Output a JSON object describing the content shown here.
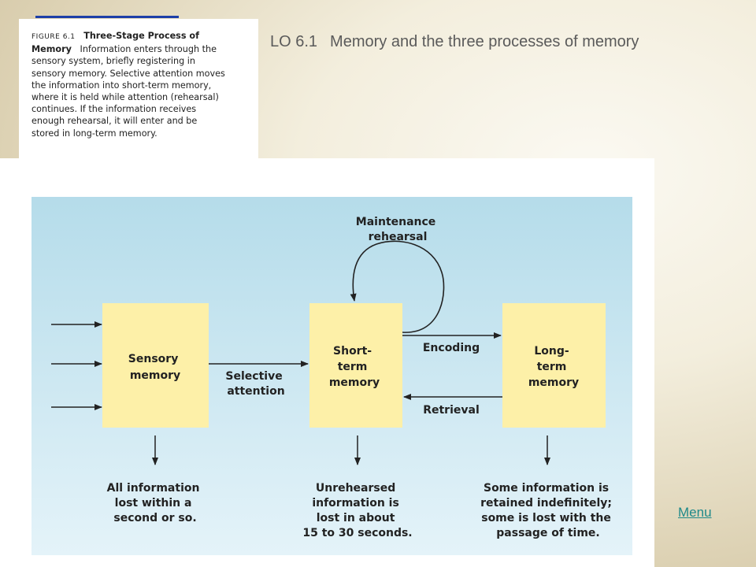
{
  "slide": {
    "title_lo": "LO 6.1",
    "title_text": "Memory and the three processes of memory",
    "menu_label": "Menu"
  },
  "caption": {
    "figure_label": "FIGURE 6.1",
    "title_part1": "Three-Stage Process of",
    "title_part2": "Memory",
    "body": "Information enters through the sensory system, briefly registering in sensory memory. Selective attention moves the information into short-term memory, where it is held while attention (rehearsal) continues. If the information receives enough rehearsal, it will enter and be stored in long-term memory."
  },
  "diagram": {
    "maintenance": [
      "Maintenance",
      "rehearsal"
    ],
    "sensory": [
      "Sensory",
      "memory"
    ],
    "short_term": [
      "Short-",
      "term",
      "memory"
    ],
    "long_term": [
      "Long-",
      "term",
      "memory"
    ],
    "selective": [
      "Selective",
      "attention"
    ],
    "encoding": "Encoding",
    "retrieval": "Retrieval",
    "outcome_sensory": [
      "All information",
      "lost within a",
      "second or so."
    ],
    "outcome_short": [
      "Unrehearsed",
      "information is",
      "lost in about",
      "15 to 30 seconds."
    ],
    "outcome_long": [
      "Some information is",
      "retained indefinitely;",
      "some is lost with the",
      "passage of time."
    ]
  },
  "colors": {
    "box_fill": "#fdf0a8",
    "diagram_bg_top": "#b5dcea",
    "diagram_bg_bottom": "#e4f3f9",
    "title_color": "#5a5a5a",
    "menu_color": "#1f8a8a",
    "accent_bar": "#1d3fa8"
  }
}
